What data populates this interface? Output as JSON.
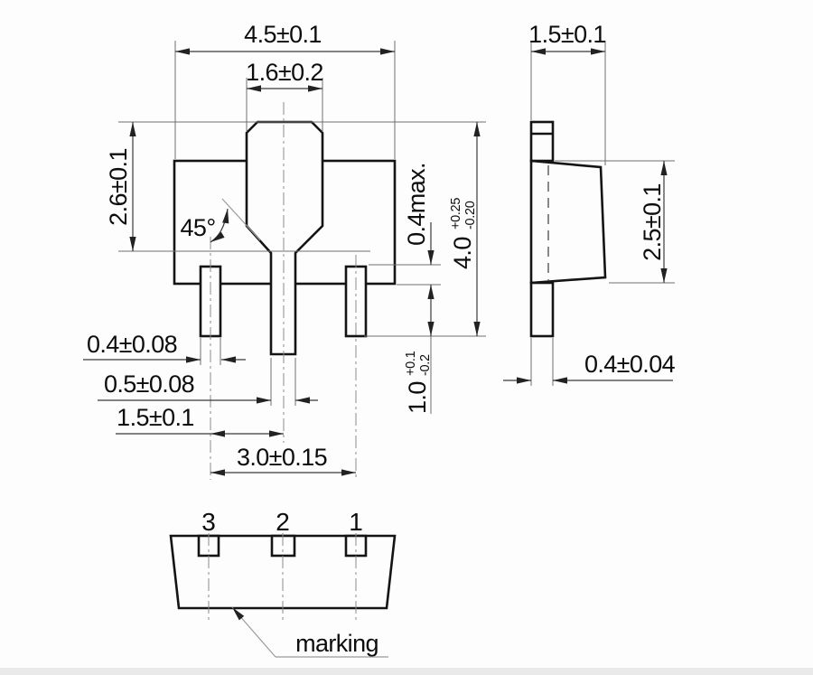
{
  "views": {
    "front": {
      "overall_width": "4.5±0.1",
      "tab_width": "1.6±0.2",
      "tab_length": "2.6±0.1",
      "chamfer_angle": "45°",
      "body_edge_clearance": "0.4max.",
      "total_height": {
        "value": "4.0",
        "plus": "+0.25",
        "minus": "-0.20"
      },
      "lead_protrusion": {
        "value": "1.0",
        "plus": "+0.1",
        "minus": "-0.2"
      },
      "outer_lead_width": "0.4±0.08",
      "center_lead_width": "0.5±0.08",
      "lead_pitch": "1.5±0.1",
      "lead_span": "3.0±0.15"
    },
    "side": {
      "body_thickness": "1.5±0.1",
      "body_height": "2.5±0.1",
      "lead_thickness": "0.4±0.04"
    },
    "bottom": {
      "pins": [
        "3",
        "2",
        "1"
      ],
      "marking": "marking"
    }
  }
}
